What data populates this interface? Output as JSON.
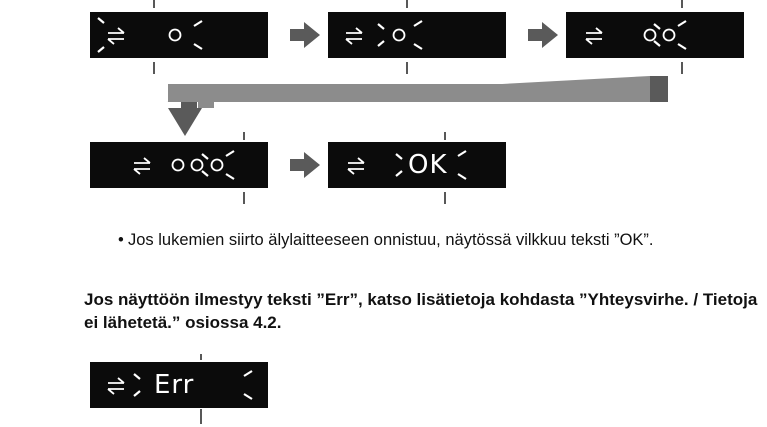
{
  "icons": {
    "sync": "sync-arrows-icon",
    "dot": "circle-icon",
    "blink": "blink-rays-icon",
    "step": "right-arrow-icon"
  },
  "display": {
    "ok_text": "OK",
    "err_text": "Err"
  },
  "note": {
    "bullet": "•",
    "text": "Jos lukemien siirto älylaitteeseen onnistuu, näytössä vilkkuu teksti ”OK”."
  },
  "warning": {
    "text": "Jos näyttöön ilmestyy teksti ”Err”, katso lisätietoja kohdasta ”Yhteysvirhe. / Tietoja ei lähetetä.” osiossa 4.2."
  },
  "colors": {
    "lcd_background": "#0b0b0b",
    "lcd_foreground": "#ffffff",
    "arrow": "#5a5a5a",
    "flow_connector": "#8c8c8c",
    "text": "#111111"
  }
}
